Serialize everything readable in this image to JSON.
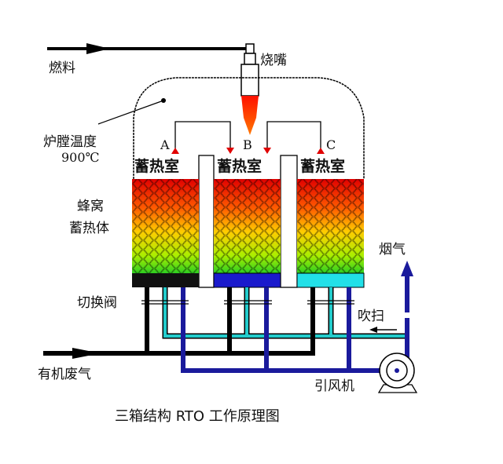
{
  "title": "三箱结构 RTO 工作原理图",
  "labels": {
    "fuel": "燃料",
    "burner": "烧嘴",
    "furnace_temp": "炉膛温度",
    "furnace_temp_value": "900℃",
    "honeycomb_line1": "蜂窝",
    "honeycomb_line2": "蓄热体",
    "switch_valve": "切换阀",
    "organic_waste_gas": "有机废气",
    "flue_gas": "烟气",
    "purge": "吹扫",
    "induced_fan": "引风机"
  },
  "chambers": [
    {
      "letter": "A",
      "name": "蓄热室",
      "base_color": "#111111"
    },
    {
      "letter": "B",
      "name": "蓄热室",
      "base_color": "#1a1acc"
    },
    {
      "letter": "C",
      "name": "蓄热室",
      "base_color": "#22e0e8"
    }
  ],
  "colors": {
    "waste_gas_pipe": "#000000",
    "purge_pipe": "#22cccc",
    "exhaust_pipe": "#1a1a9c",
    "flame": "#ff2200",
    "arrow_red": "#e00000"
  }
}
